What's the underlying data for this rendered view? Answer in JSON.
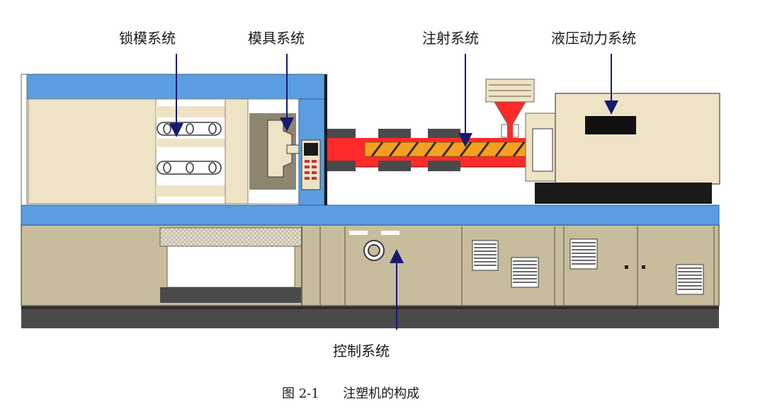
{
  "labels": {
    "clamping": "锁模系统",
    "mold": "模具系统",
    "injection": "注射系统",
    "hydraulic": "液压动力系统",
    "control": "控制系统"
  },
  "caption": {
    "figure_number": "图 2-1",
    "title": "注塑机的构成"
  },
  "colors": {
    "frame_blue": "#5a9ee0",
    "cabinet": "#c7bc9c",
    "cabinet_dark": "#8e8670",
    "cream": "#efe3c6",
    "melt_red": "#ff2a2a",
    "screw_orange": "#f5a020",
    "arrow_navy": "#151a6e",
    "base_dark": "#4a4a4a"
  }
}
